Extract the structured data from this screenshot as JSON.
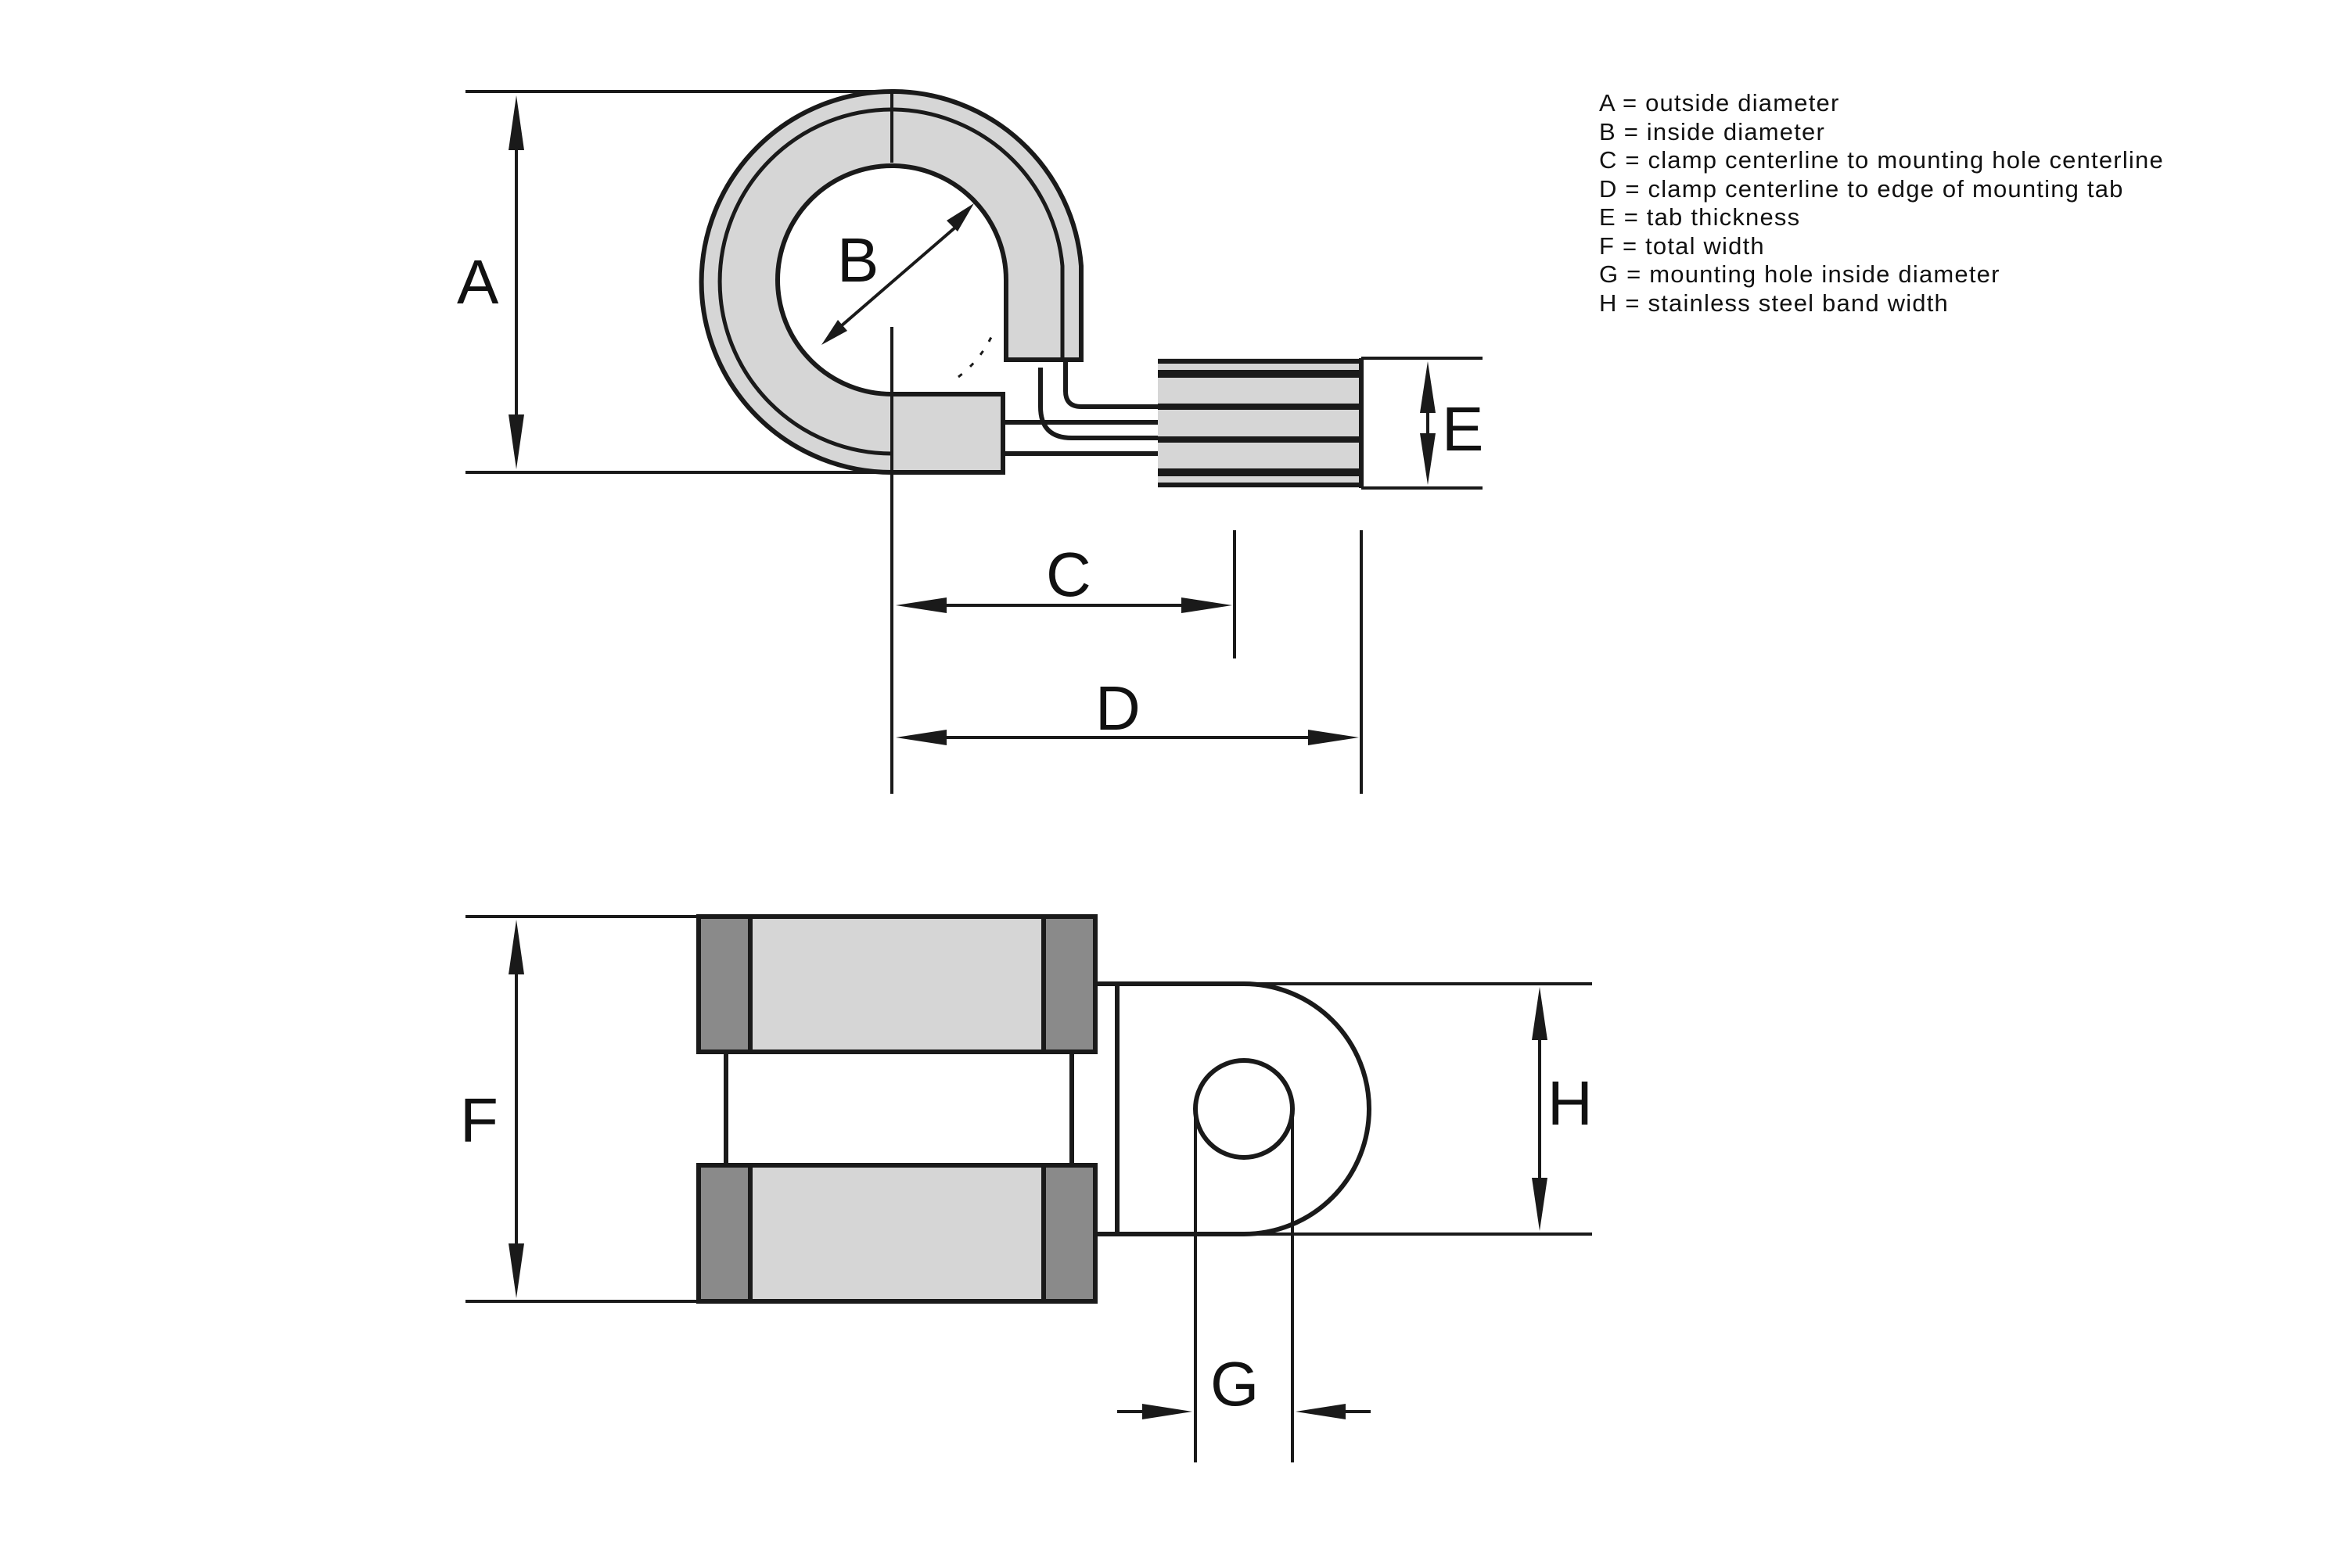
{
  "labels": {
    "A": "A",
    "B": "B",
    "C": "C",
    "D": "D",
    "E": "E",
    "F": "F",
    "G": "G",
    "H": "H"
  },
  "legend": [
    "A = outside diameter",
    "B = inside diameter",
    "C = clamp centerline to mounting hole centerline",
    "D = clamp centerline to edge of mounting tab",
    "E = tab thickness",
    "F = total width",
    "G = mounting hole inside diameter",
    "H = stainless steel band width"
  ],
  "colors": {
    "outline": "#1a1a1a",
    "cushion": "#d6d6d6",
    "band_dark": "#8a8a8a",
    "background": "#ffffff"
  }
}
